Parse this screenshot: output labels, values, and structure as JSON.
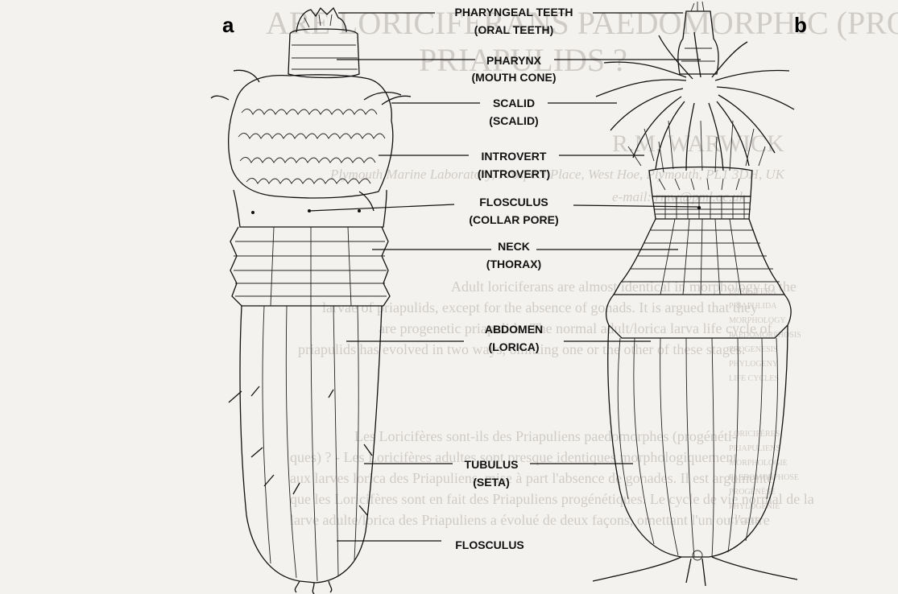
{
  "panels": {
    "a": "a",
    "b": "b"
  },
  "labels": {
    "pharyngeal_teeth": "PHARYNGEAL TEETH",
    "oral_teeth": "(ORAL TEETH)",
    "pharynx": "PHARYNX",
    "mouth_cone": "(MOUTH CONE)",
    "scalid": "SCALID",
    "scalid_paren": "(SCALID)",
    "introvert": "INTROVERT",
    "introvert_paren": "(INTROVERT)",
    "flosculus": "FLOSCULUS",
    "collar_pore": "(COLLAR PORE)",
    "neck": "NECK",
    "thorax": "(THORAX)",
    "abdomen": "ABDOMEN",
    "lorica": "(LORICA)",
    "tubulus": "TUBULUS",
    "seta": "(SETA)",
    "flosculus_bottom": "FLOSCULUS"
  },
  "bleed_through": {
    "title_line1": "ARE LORICIFERANS PAEDOMORPHIC (PROGENETIC)",
    "title_line2": "PRIAPULIDS ?",
    "author": "R.M. WARWICK",
    "affiliation": "Plymouth Marine Laboratory, Prospect Place, West Hoe, Plymouth, PL1 3DH, UK",
    "email": "e-mail: rmw@pml.ac.uk",
    "abstract_en": [
      "Adult loriciferans are almost identical in morphology to the",
      "larvae of priapulids, except for the absence of gonads. It is argued that they",
      "are progenetic priapulids. The normal adult/lorica larva life cycle of",
      "priapulids has evolved in two ways, omitting one or the other of these stages."
    ],
    "keywords_en": [
      "LORICIFERA",
      "PRIAPULIDA",
      "MORPHOLOGY",
      "PAEDOMORPHOSIS",
      "PROGENESIS",
      "PHYLOGENY",
      "LIFE CYCLES"
    ],
    "abstract_fr": [
      "Les Loricifères sont-ils des Priapuliens paedomorphes (progénéti-",
      "ques) ? - Les Loricifères adultes sont presque identiques morphologiquement",
      "aux larves lorica des Priapuliens, mise à part l'absence de gonades. Il est argumenté",
      "que les Loricifères sont en fait des Priapuliens progénétiques. Le cycle de vie normal de la",
      "larve adulte/lorica des Priapuliens a évolué de deux façons, omettant l'un ou l'autre"
    ],
    "keywords_fr": [
      "LORICIFÈRES",
      "PRIAPULIENS",
      "MORPHOLOGIE",
      "PAEDOMORPHOSE",
      "PROGÉNÈSE",
      "PHYLOGÉNIE",
      "CYCLES"
    ]
  }
}
